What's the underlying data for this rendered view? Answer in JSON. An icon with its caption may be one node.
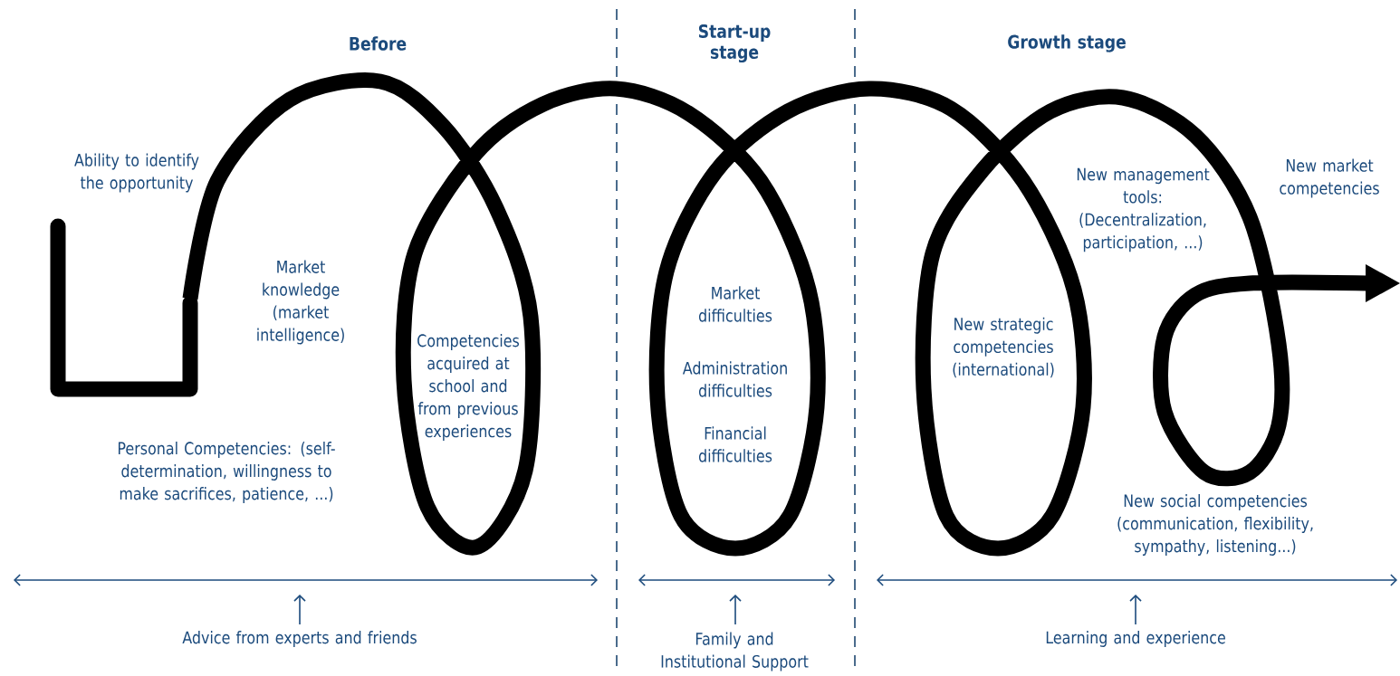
{
  "diagram": {
    "labels": [
      "Before",
      "Start-up stage",
      "Growth stage",
      "Ability to identify the opportunity",
      "New market competencies",
      "New management tools: (Decentralization, participation, ...)",
      "Market knowledge (market intelligence)",
      "Competencies acquired at school and from previous experiences",
      "Market difficulties",
      "Administration difficulties",
      "Financial difficulties",
      "New strategic competencies (international)",
      "Personal Competencies: (self-determination, willingness to make sacrifices, patience, ...)",
      "New social competencies (communication, flexibility, sympathy, listening...)",
      "Advice from experts and friends",
      "Family and Institutional Support",
      "Learning and experience"
    ]
  }
}
